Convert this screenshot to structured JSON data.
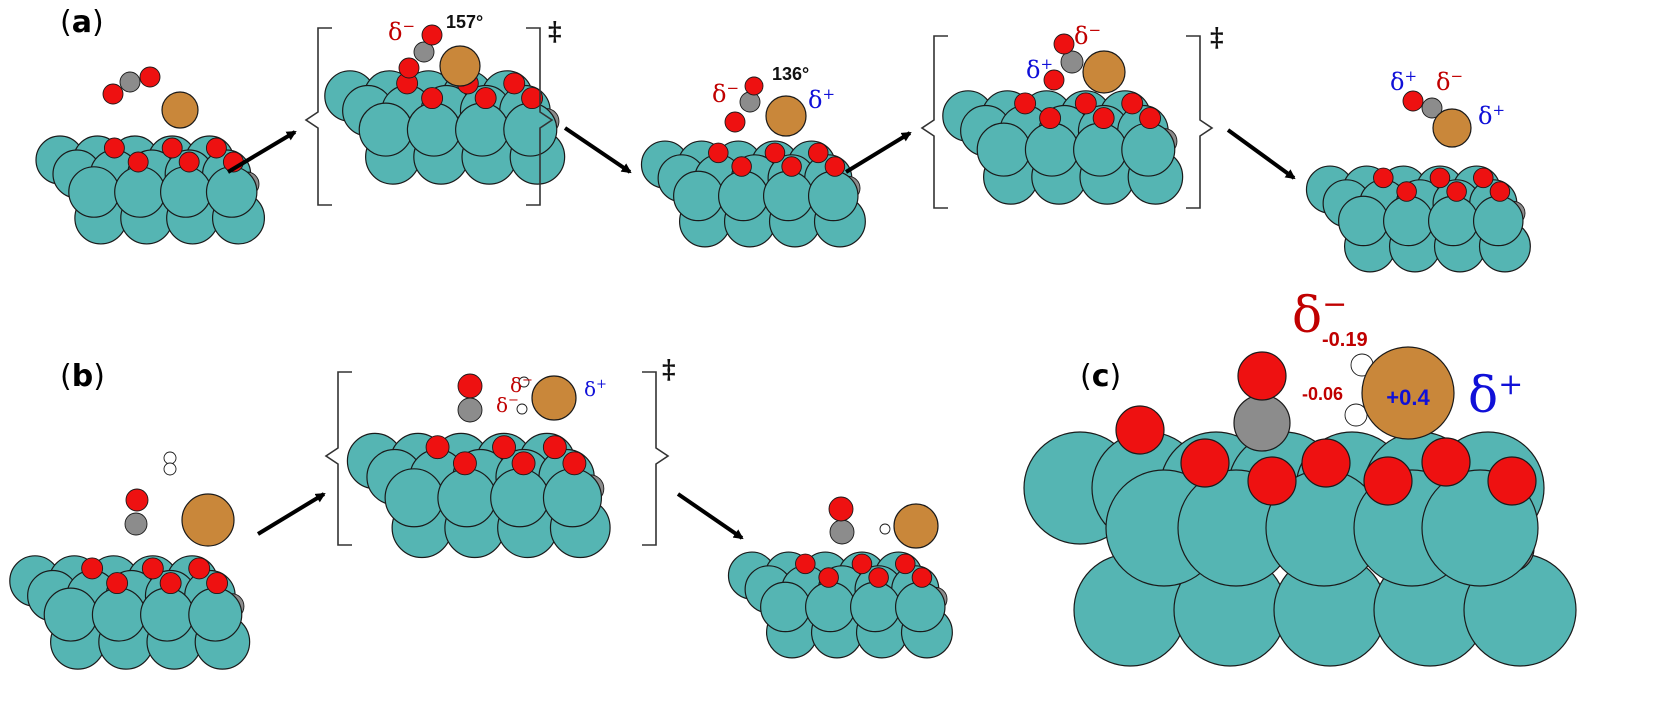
{
  "panels": {
    "a": {
      "label": "(a)",
      "letter": "a",
      "angle_ts1": "157°",
      "angle_int": "136°"
    },
    "b": {
      "label": "(b)",
      "letter": "b"
    },
    "c": {
      "label": "(c)",
      "letter": "c",
      "charge_top": "-0.19",
      "charge_left": "-0.06",
      "charge_center": "+0.4"
    }
  },
  "symbols": {
    "delta": "δ",
    "minus": "−",
    "plus": "+",
    "ts_mark": "‡"
  },
  "colors": {
    "surface_atom": "#55b5b3",
    "oxygen": "#ee1111",
    "carbon": "#8c8c8c",
    "metal_adatom": "#c9873a",
    "hydrogen": "#ffffff",
    "negative_charge": "#c00000",
    "positive_charge": "#1010d8"
  }
}
